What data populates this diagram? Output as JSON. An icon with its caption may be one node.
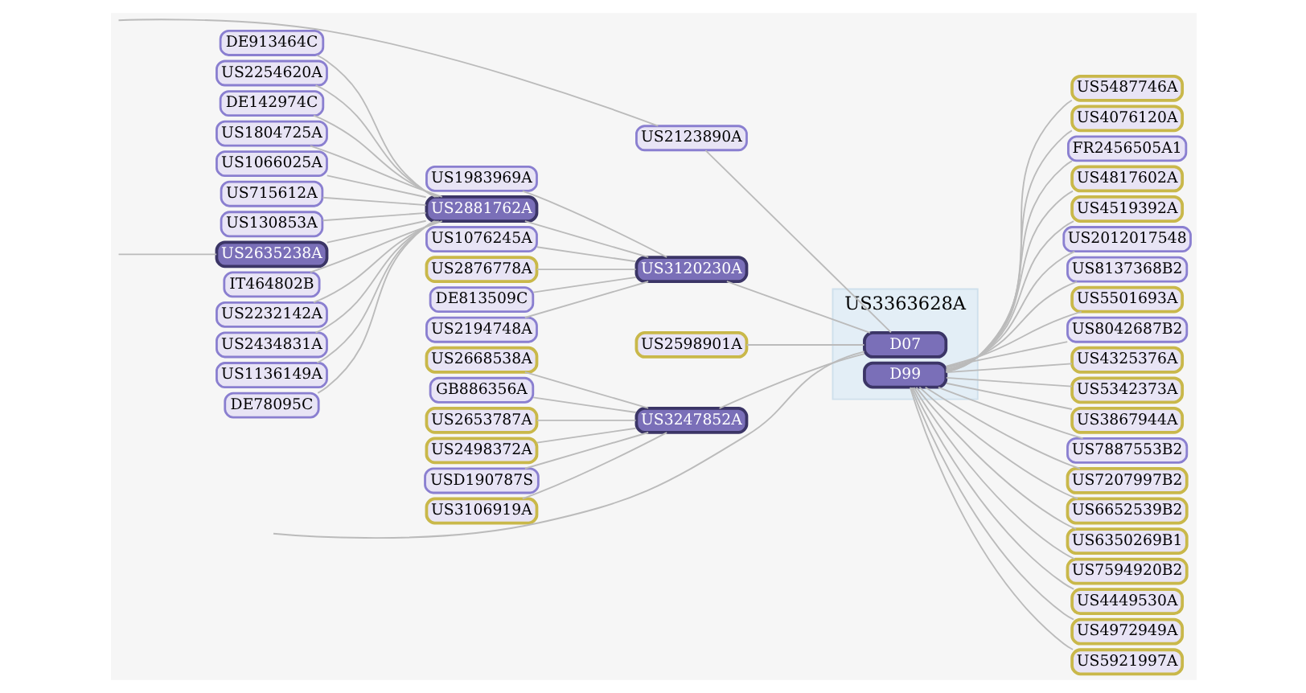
{
  "diagram": {
    "nodes": [
      {
        "text": [
          "US3363628A"
        ]
      },
      {
        "text": [
          "D07"
        ],
        "in": 0
      },
      {
        "text": [
          "D99"
        ],
        "in": 0
      },
      {
        "text": [
          "DE913464C"
        ]
      },
      {
        "text": [
          "US2254620A"
        ]
      },
      {
        "text": [
          "DE142974C"
        ]
      },
      {
        "text": [
          "US1804725A"
        ]
      },
      {
        "text": [
          "US1066025A"
        ]
      },
      {
        "text": [
          "US715612A"
        ]
      },
      {
        "text": [
          "US130853A"
        ]
      },
      {
        "text": [
          "US2635238A"
        ]
      },
      {
        "text": [
          "IT464802B"
        ]
      },
      {
        "text": [
          "US2232142A"
        ]
      },
      {
        "text": [
          "US2434831A"
        ]
      },
      {
        "text": [
          "US1136149A"
        ]
      },
      {
        "text": [
          "DE78095C"
        ]
      },
      {
        "text": [
          "US1983969A"
        ]
      },
      {
        "text": [
          "US2881762A"
        ]
      },
      {
        "text": [
          "US1076245A"
        ]
      },
      {
        "text": [
          "US2876778A"
        ]
      },
      {
        "text": [
          "DE813509C"
        ]
      },
      {
        "text": [
          "US2194748A"
        ]
      },
      {
        "text": [
          "US2668538A"
        ]
      },
      {
        "text": [
          "GB886356A"
        ]
      },
      {
        "text": [
          "US2653787A"
        ]
      },
      {
        "text": [
          "US2498372A"
        ]
      },
      {
        "text": [
          "USD190787S"
        ]
      },
      {
        "text": [
          "US3106919A"
        ]
      },
      {
        "text": [
          "US2123890A"
        ]
      },
      {
        "text": [
          "US3120230A"
        ]
      },
      {
        "text": [
          "US2598901A"
        ]
      },
      {
        "text": [
          "US3247852A"
        ]
      },
      {
        "text": [
          "US5487746A"
        ]
      },
      {
        "text": [
          "US4076120A"
        ]
      },
      {
        "text": [
          "FR2456505A1"
        ]
      },
      {
        "text": [
          "US4817602A"
        ]
      },
      {
        "text": [
          "US4519392A"
        ]
      },
      {
        "text": [
          "US2012017548"
        ]
      },
      {
        "text": [
          "US8137368B2"
        ]
      },
      {
        "text": [
          "US5501693A"
        ]
      },
      {
        "text": [
          "US8042687B2"
        ]
      },
      {
        "text": [
          "US4325376A"
        ]
      },
      {
        "text": [
          "US5342373A"
        ]
      },
      {
        "text": [
          "US3867944A"
        ]
      },
      {
        "text": [
          "US7887553B2"
        ]
      },
      {
        "text": [
          "US7207997B2"
        ]
      },
      {
        "text": [
          "US6652539B2"
        ]
      },
      {
        "text": [
          "US6350269B1"
        ]
      },
      {
        "text": [
          "US7594920B2"
        ]
      },
      {
        "text": [
          "US4449530A"
        ]
      },
      {
        "text": [
          "US4972949A"
        ]
      },
      {
        "text": [
          "US5921997A"
        ]
      }
    ],
    "edges": [
      {
        "from": 3,
        "to": 17,
        "arrow": "none"
      },
      {
        "from": 4,
        "to": 17,
        "arrow": "none"
      },
      {
        "from": 5,
        "to": 17,
        "arrow": "none"
      },
      {
        "from": 6,
        "to": 17,
        "arrow": "none"
      },
      {
        "from": 7,
        "to": 17,
        "arrow": "none"
      },
      {
        "from": 8,
        "to": 17,
        "arrow": "none"
      },
      {
        "from": 9,
        "to": 17,
        "arrow": "none"
      },
      {
        "from": 10,
        "to": 17,
        "arrow": "none"
      },
      {
        "from": 11,
        "to": 17,
        "arrow": "none"
      },
      {
        "from": 12,
        "to": 17,
        "arrow": "none"
      },
      {
        "from": 13,
        "to": 17,
        "arrow": "none"
      },
      {
        "from": 14,
        "to": 17,
        "arrow": "none"
      },
      {
        "from": 15,
        "to": 17,
        "arrow": "none"
      },
      {
        "from": null,
        "to": 10,
        "arrow": "none"
      },
      {
        "from": 16,
        "to": 29,
        "arrow": "none"
      },
      {
        "from": 17,
        "to": 29,
        "arrow": "none"
      },
      {
        "from": 18,
        "to": 29,
        "arrow": "none"
      },
      {
        "from": 19,
        "to": 29,
        "arrow": "none"
      },
      {
        "from": 20,
        "to": 29,
        "arrow": "none"
      },
      {
        "from": 21,
        "to": 29,
        "arrow": "none"
      },
      {
        "from": 22,
        "to": 31,
        "arrow": "none"
      },
      {
        "from": 23,
        "to": 31,
        "arrow": "none"
      },
      {
        "from": 24,
        "to": 31,
        "arrow": "none"
      },
      {
        "from": 25,
        "to": 31,
        "arrow": "none"
      },
      {
        "from": 26,
        "to": 31,
        "arrow": "none"
      },
      {
        "from": 27,
        "to": 31,
        "arrow": "none"
      },
      {
        "from": null,
        "to": 28,
        "arrow": "none"
      },
      {
        "from": 28,
        "to": 1,
        "arrow": "none"
      },
      {
        "from": 29,
        "to": 1,
        "arrow": "none"
      },
      {
        "from": 30,
        "to": 1,
        "arrow": "none"
      },
      {
        "from": 31,
        "to": 1,
        "arrow": "none"
      },
      {
        "from": null,
        "to": 1,
        "arrow": "none"
      },
      {
        "from": 32,
        "to": 2,
        "arrow": "none"
      },
      {
        "from": 33,
        "to": 2,
        "arrow": "none"
      },
      {
        "from": 34,
        "to": 2,
        "arrow": "none"
      },
      {
        "from": 35,
        "to": 2,
        "arrow": "none"
      },
      {
        "from": 36,
        "to": 2,
        "arrow": "none"
      },
      {
        "from": 37,
        "to": 2,
        "arrow": "none"
      },
      {
        "from": 38,
        "to": 2,
        "arrow": "none"
      },
      {
        "from": 39,
        "to": 2,
        "arrow": "none"
      },
      {
        "from": 40,
        "to": 2,
        "arrow": "none"
      },
      {
        "from": 41,
        "to": 2,
        "arrow": "none"
      },
      {
        "from": 42,
        "to": 2,
        "arrow": "none"
      },
      {
        "from": 43,
        "to": 2,
        "arrow": "none"
      },
      {
        "from": 44,
        "to": 2,
        "arrow": "none"
      },
      {
        "from": 45,
        "to": 2,
        "arrow": "none"
      },
      {
        "from": 46,
        "to": 2,
        "arrow": "none"
      },
      {
        "from": 47,
        "to": 2,
        "arrow": "none"
      },
      {
        "from": 48,
        "to": 2,
        "arrow": "none"
      },
      {
        "from": 49,
        "to": 2,
        "arrow": "none"
      },
      {
        "from": 50,
        "to": 2,
        "arrow": "none"
      },
      {
        "from": 51,
        "to": 2,
        "arrow": "none"
      }
    ]
  }
}
